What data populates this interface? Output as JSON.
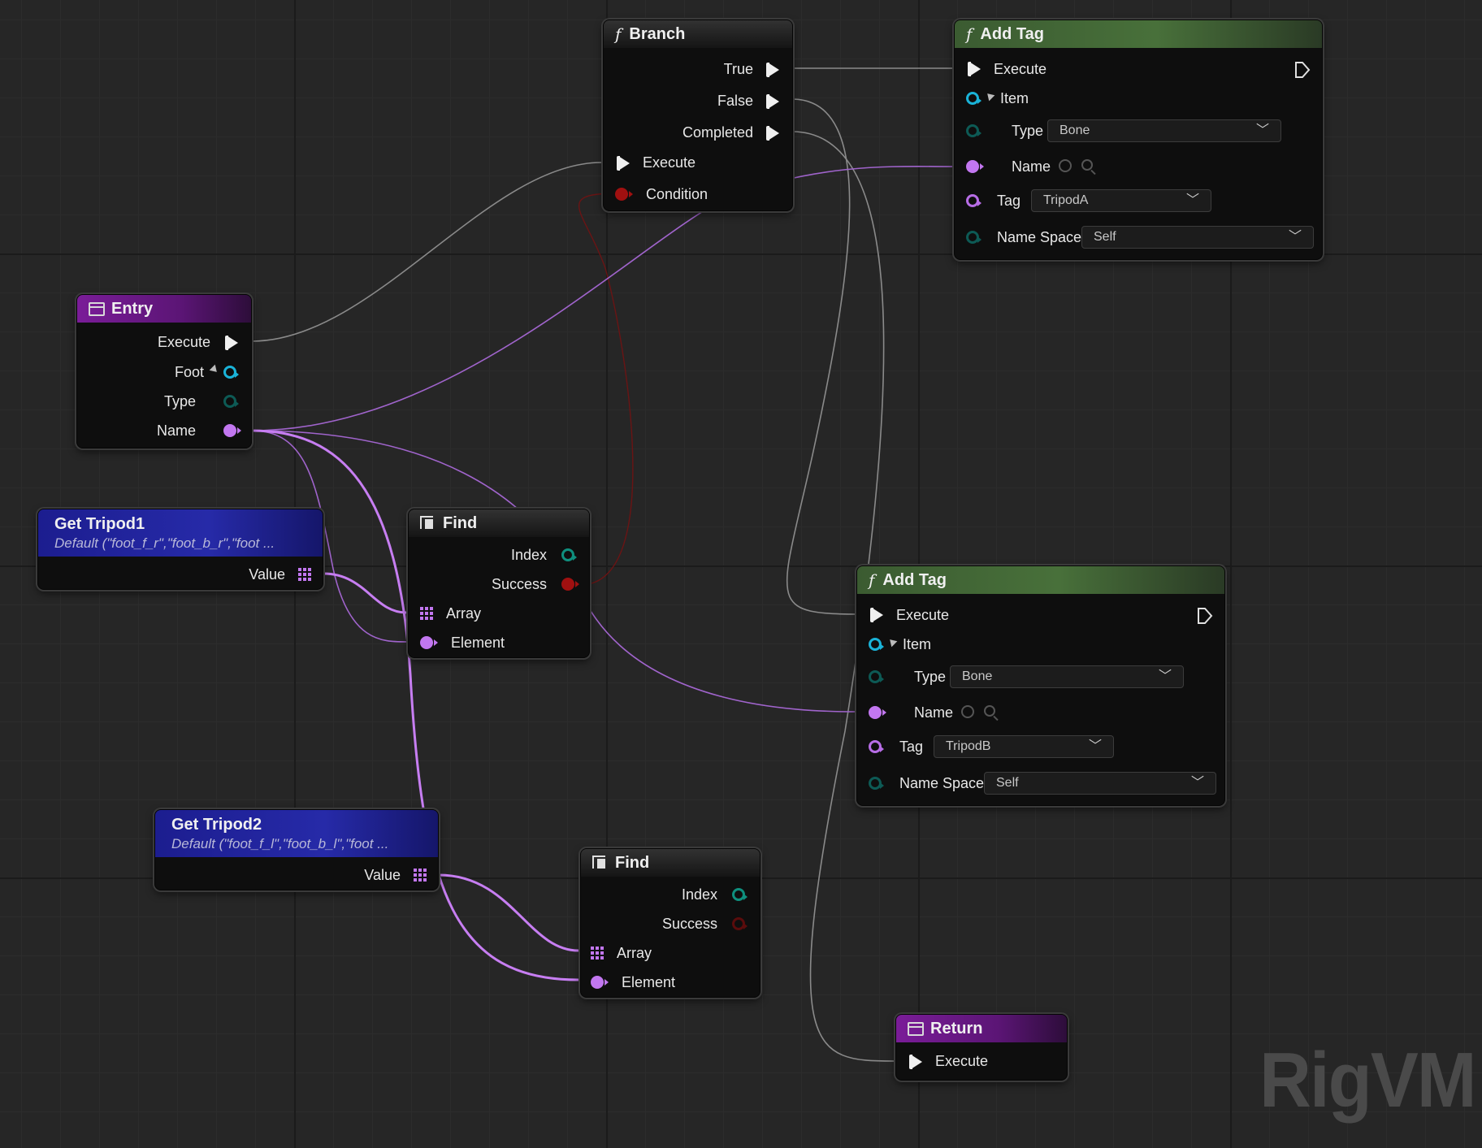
{
  "nodes": {
    "branch": {
      "title": "Branch",
      "true_label": "True",
      "false_label": "False",
      "completed_label": "Completed",
      "execute_label": "Execute",
      "condition_label": "Condition"
    },
    "add_tag_a": {
      "title": "Add Tag",
      "execute_label": "Execute",
      "item_label": "Item",
      "type_label": "Type",
      "type_value": "Bone",
      "name_label": "Name",
      "tag_label": "Tag",
      "tag_value": "TripodA",
      "namespace_label": "Name Space",
      "namespace_value": "Self"
    },
    "entry": {
      "title": "Entry",
      "execute_label": "Execute",
      "foot_label": "Foot",
      "type_label": "Type",
      "name_label": "Name"
    },
    "get_tripod1": {
      "title": "Get Tripod1",
      "default_text": "Default (\"foot_f_r\",\"foot_b_r\",\"foot ...",
      "value_label": "Value"
    },
    "find_1": {
      "title": "Find",
      "index_label": "Index",
      "success_label": "Success",
      "array_label": "Array",
      "element_label": "Element"
    },
    "add_tag_b": {
      "title": "Add Tag",
      "execute_label": "Execute",
      "item_label": "Item",
      "type_label": "Type",
      "type_value": "Bone",
      "name_label": "Name",
      "tag_label": "Tag",
      "tag_value": "TripodB",
      "namespace_label": "Name Space",
      "namespace_value": "Self"
    },
    "get_tripod2": {
      "title": "Get Tripod2",
      "default_text": "Default (\"foot_f_l\",\"foot_b_l\",\"foot ...",
      "value_label": "Value"
    },
    "find_2": {
      "title": "Find",
      "index_label": "Index",
      "success_label": "Success",
      "array_label": "Array",
      "element_label": "Element"
    },
    "return": {
      "title": "Return",
      "execute_label": "Execute"
    }
  },
  "watermark": "RigVM",
  "colors": {
    "exec_wire": "#8a8a8a",
    "name_wire": "#b06ad8",
    "name_wire_bright": "#c77ef2",
    "bool_wire": "#6a1414",
    "bool_pin": "#a01010",
    "int_pin": "#0f8f7e",
    "element_pin": "#1ab3d8",
    "header_green": "#48703a",
    "header_purple": "#7a1c98",
    "header_blue": "#262aa8"
  }
}
